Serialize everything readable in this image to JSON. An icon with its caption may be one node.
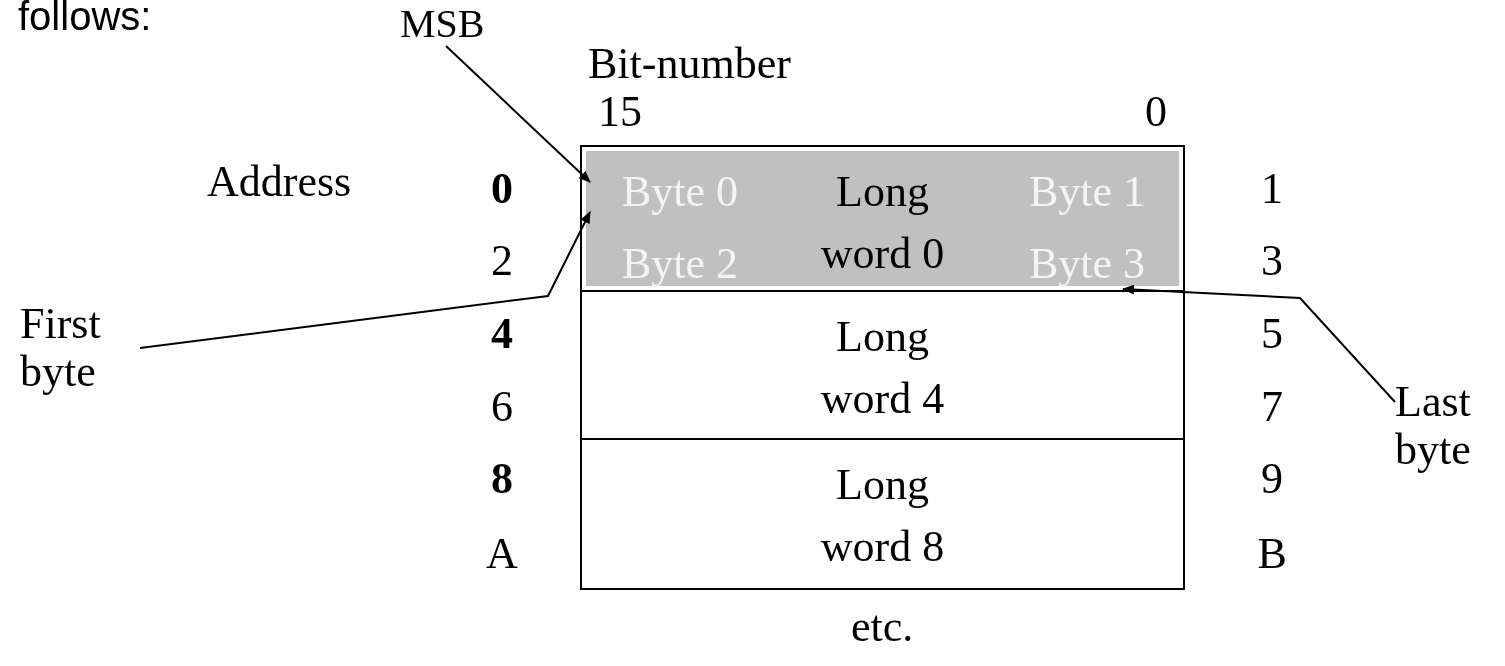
{
  "diagram": {
    "nodes": [
      {
        "text": [
          "MSB"
        ]
      },
      {
        "text": [
          "Long word 0"
        ]
      },
      {
        "text": [
          "Byte 0"
        ],
        "in": 1
      },
      {
        "text": [
          "Byte 1"
        ],
        "in": 1
      },
      {
        "text": [
          "Byte 2"
        ],
        "in": 1
      },
      {
        "text": [
          "Byte 3"
        ],
        "in": 1
      },
      {
        "text": [
          "Long word 4"
        ]
      },
      {
        "text": [
          "Long word 8"
        ]
      },
      {
        "text": [
          "First byte"
        ]
      },
      {
        "text": [
          "Last byte"
        ]
      }
    ],
    "edges": [
      {
        "from": 0,
        "to": 2,
        "arrow": "to"
      },
      {
        "from": 8,
        "to": 2,
        "arrow": "to"
      },
      {
        "from": 9,
        "to": 5,
        "arrow": "to"
      }
    ],
    "labels": [
      "follows:",
      "Bit-number",
      "15",
      "0",
      "Address",
      "0",
      "1",
      "2",
      "3",
      "4",
      "5",
      "6",
      "7",
      "8",
      "9",
      "A",
      "B",
      "etc."
    ]
  }
}
